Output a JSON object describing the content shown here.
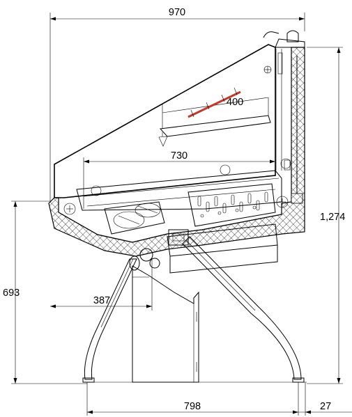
{
  "drawing": {
    "dimensions": {
      "overall_width": "970",
      "interior_depth": "730",
      "shelf_depth": "400",
      "overall_height": "1,274",
      "worktop_height": "693",
      "leg_offset": "387",
      "leg_span": "798",
      "foot_offset": "27"
    },
    "colors": {
      "line": "#000000",
      "shelf_marker": "#c0392b",
      "background": "#ffffff"
    }
  }
}
